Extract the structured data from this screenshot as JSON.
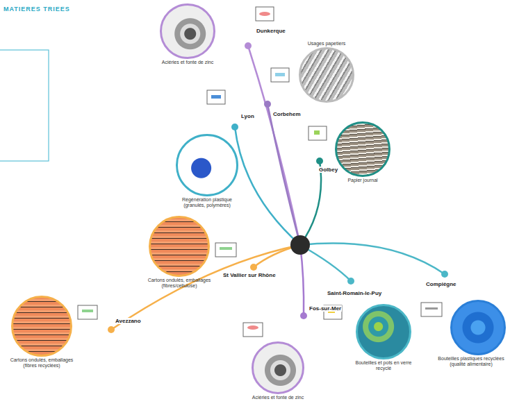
{
  "diagram": {
    "title": "MATIERES TRIEES",
    "nodes": [
      {
        "text": [
          "Aciéries et fonte de zinc"
        ]
      },
      {
        "text": [
          "Usages papetiers"
        ]
      },
      {
        "text": [
          "Régénération plastique (granulés, polymères)"
        ]
      },
      {
        "text": [
          "Papier journal"
        ]
      },
      {
        "text": [
          "Cartons ondulés, emballages (fibres/cellulose)"
        ]
      },
      {
        "text": [
          "Cartons ondulés, emballages (fibres recyclées)"
        ]
      },
      {
        "text": [
          "Aciéries et fonte de zinc"
        ]
      },
      {
        "text": [
          "Bouteilles et pots en verre recyclé"
        ]
      },
      {
        "text": [
          "Bouteilles plastiques recyclées (qualité alimentaire)"
        ]
      }
    ],
    "labels": [
      "Dunkerque",
      "Corbehem",
      "Lyon",
      "Golbey",
      "St Vallier sur Rhône",
      "Avezzano",
      "Fos-sur-Mer",
      "Saint-Romain-le-Puy",
      "Compiègne"
    ]
  }
}
